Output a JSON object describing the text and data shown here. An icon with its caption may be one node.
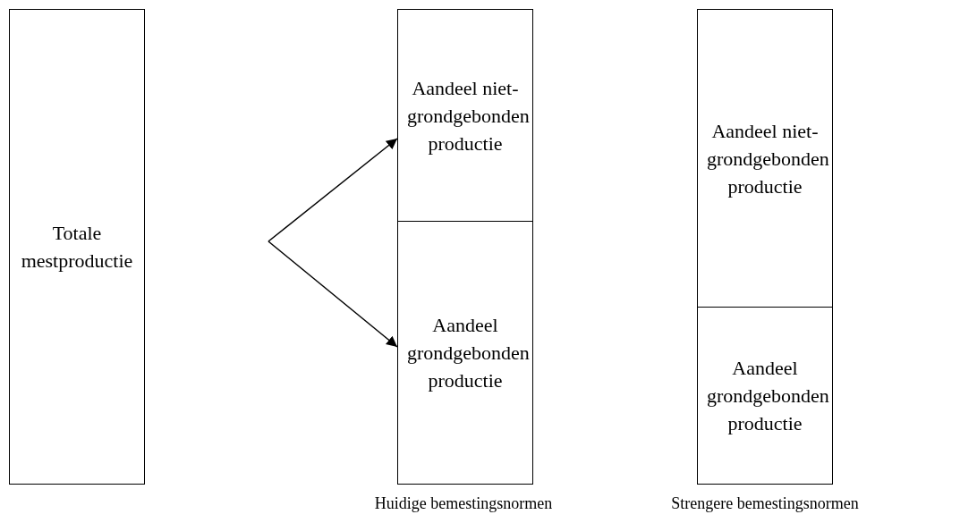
{
  "diagram": {
    "nodes": [
      {
        "text": [
          "Totale mestproductie"
        ]
      },
      {
        "text": [
          "Aandeel niet-grondgebonden productie"
        ]
      },
      {
        "text": [
          "Aandeel grondgebonden productie"
        ]
      },
      {
        "text": [
          "Aandeel niet-grondgebonden productie"
        ]
      },
      {
        "text": [
          "Aandeel grondgebonden productie"
        ]
      }
    ],
    "edges": [
      {
        "from": null,
        "to": 1,
        "arrow": "to"
      },
      {
        "from": null,
        "to": 2,
        "arrow": "to"
      }
    ],
    "labels": [
      "Huidige bemestingsnormen",
      "Strengere bemestingsnormen"
    ]
  }
}
